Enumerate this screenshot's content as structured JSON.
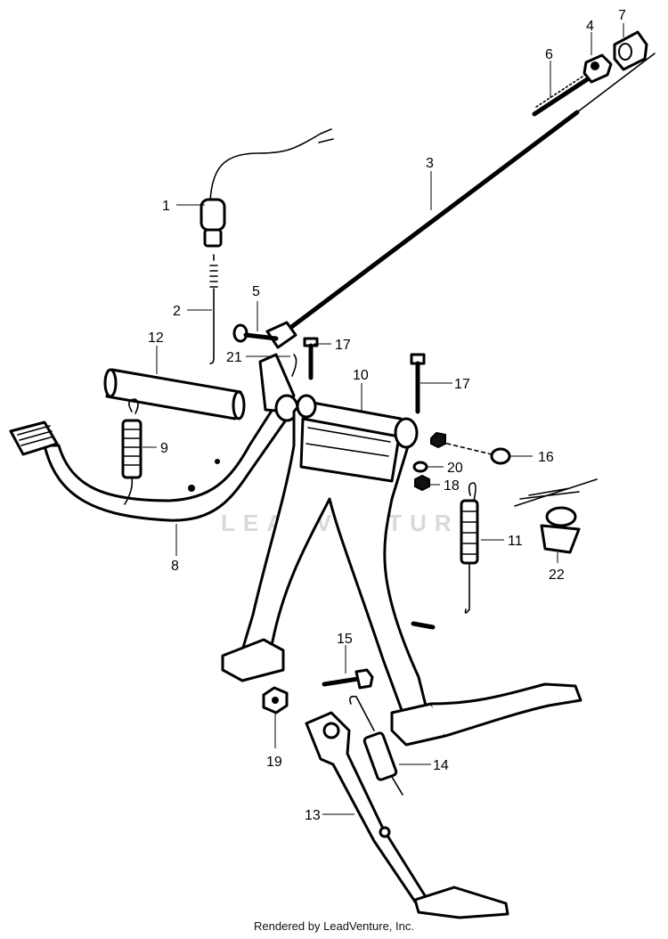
{
  "watermark": "LEADVENTURE",
  "footer_text": "Rendered by LeadVenture, Inc.",
  "callouts": [
    "1",
    "2",
    "3",
    "4",
    "5",
    "6",
    "7",
    "8",
    "9",
    "10",
    "11",
    "12",
    "13",
    "14",
    "15",
    "16",
    "17",
    "17",
    "18",
    "19",
    "20",
    "21",
    "22"
  ]
}
